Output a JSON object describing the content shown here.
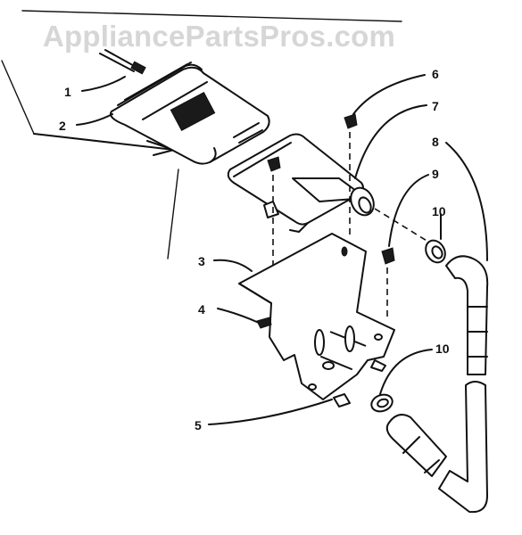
{
  "watermark": {
    "text": "AppliancePartsPros.com"
  },
  "callouts": [
    {
      "id": "1",
      "label": "1"
    },
    {
      "id": "2",
      "label": "2"
    },
    {
      "id": "3",
      "label": "3"
    },
    {
      "id": "4",
      "label": "4"
    },
    {
      "id": "5",
      "label": "5"
    },
    {
      "id": "6",
      "label": "6"
    },
    {
      "id": "7",
      "label": "7"
    },
    {
      "id": "8",
      "label": "8"
    },
    {
      "id": "9",
      "label": "9"
    },
    {
      "id": "10a",
      "label": "10"
    },
    {
      "id": "10b",
      "label": "10"
    }
  ]
}
